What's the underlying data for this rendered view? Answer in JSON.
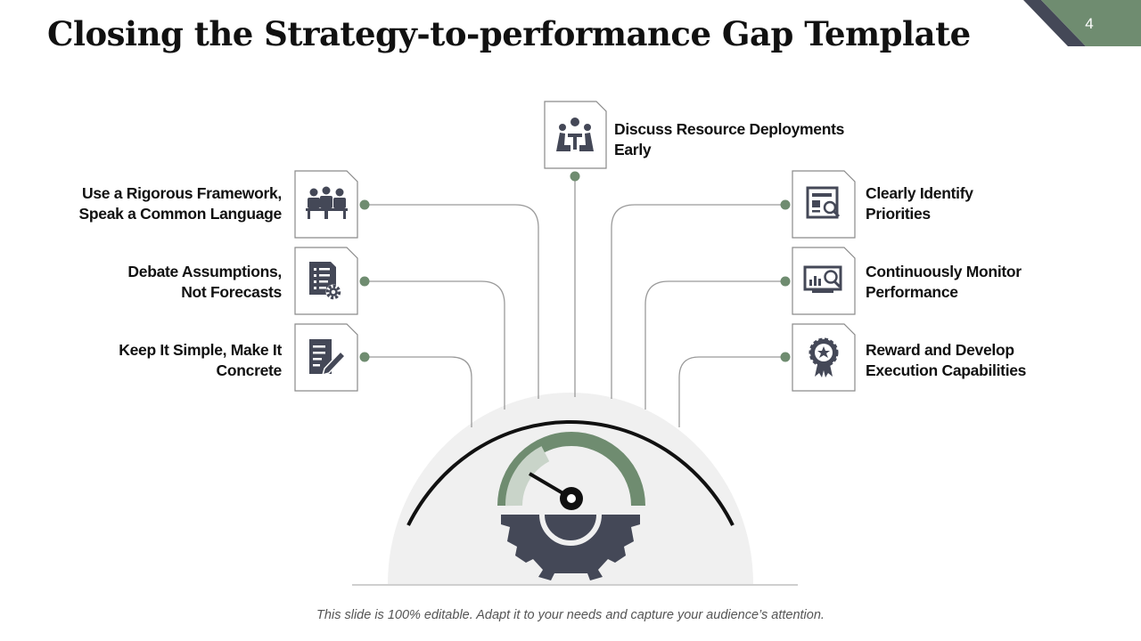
{
  "slide": {
    "title": "Closing the Strategy-to-performance Gap Template",
    "page_number": "4",
    "footer": "This slide is 100% editable. Adapt it to your needs and capture your audience’s attention."
  },
  "items": {
    "top": {
      "label_line1": "Discuss Resource Deployments",
      "label_line2": "Early",
      "icon": "meeting-table-icon"
    },
    "left1": {
      "label_line1": "Use a Rigorous Framework,",
      "label_line2": "Speak a Common Language",
      "icon": "team-presentation-icon"
    },
    "left2": {
      "label_line1": "Debate Assumptions,",
      "label_line2": "Not Forecasts",
      "icon": "checklist-gear-icon"
    },
    "left3": {
      "label_line1": "Keep It Simple, Make It",
      "label_line2": "Concrete",
      "icon": "document-edit-icon"
    },
    "right1": {
      "label_line1": "Clearly Identify",
      "label_line2": "Priorities",
      "icon": "document-search-icon"
    },
    "right2": {
      "label_line1": "Continuously Monitor",
      "label_line2": "Performance",
      "icon": "monitor-analytics-icon"
    },
    "right3": {
      "label_line1": "Reward and Develop",
      "label_line2": "Execution Capabilities",
      "icon": "award-badge-icon"
    }
  },
  "colors": {
    "accent_green": "#6f8c70",
    "dark_slate": "#444857",
    "line_gray": "#9a9a9a",
    "dome_fill": "#f0f0f0"
  }
}
